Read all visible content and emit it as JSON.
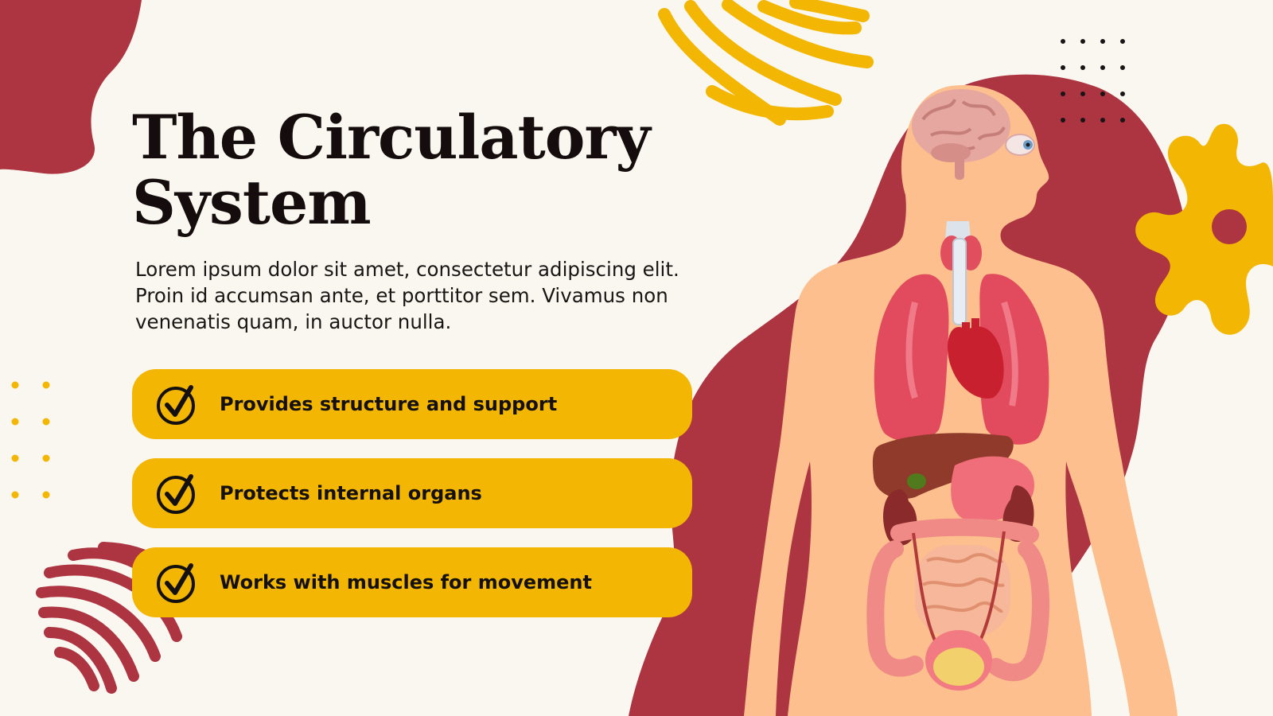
{
  "slide": {
    "title_line1": "The Circulatory",
    "title_line2": "System",
    "body": "Lorem ipsum dolor sit amet, consectetur adipiscing elit. Proin id accumsan ante, et porttitor sem. Vivamus non venenatis quam, in auctor nulla.",
    "features": [
      {
        "label": "Provides structure and support",
        "icon": "check-circle-icon"
      },
      {
        "label": "Protects internal organs",
        "icon": "check-circle-icon"
      },
      {
        "label": "Works with muscles for movement",
        "icon": "check-circle-icon"
      }
    ]
  },
  "colors": {
    "background": "#faf7f0",
    "maroon": "#ad3441",
    "yellow": "#f3b602",
    "skin": "#fdbf8e",
    "text": "#150d0d"
  },
  "illustration": {
    "subject": "human-anatomy-organs",
    "icons": [
      "brain-icon",
      "eye-icon",
      "thyroid-icon",
      "lungs-icon",
      "heart-icon",
      "liver-icon",
      "stomach-icon",
      "kidney-icon",
      "intestines-icon",
      "bladder-icon"
    ]
  }
}
